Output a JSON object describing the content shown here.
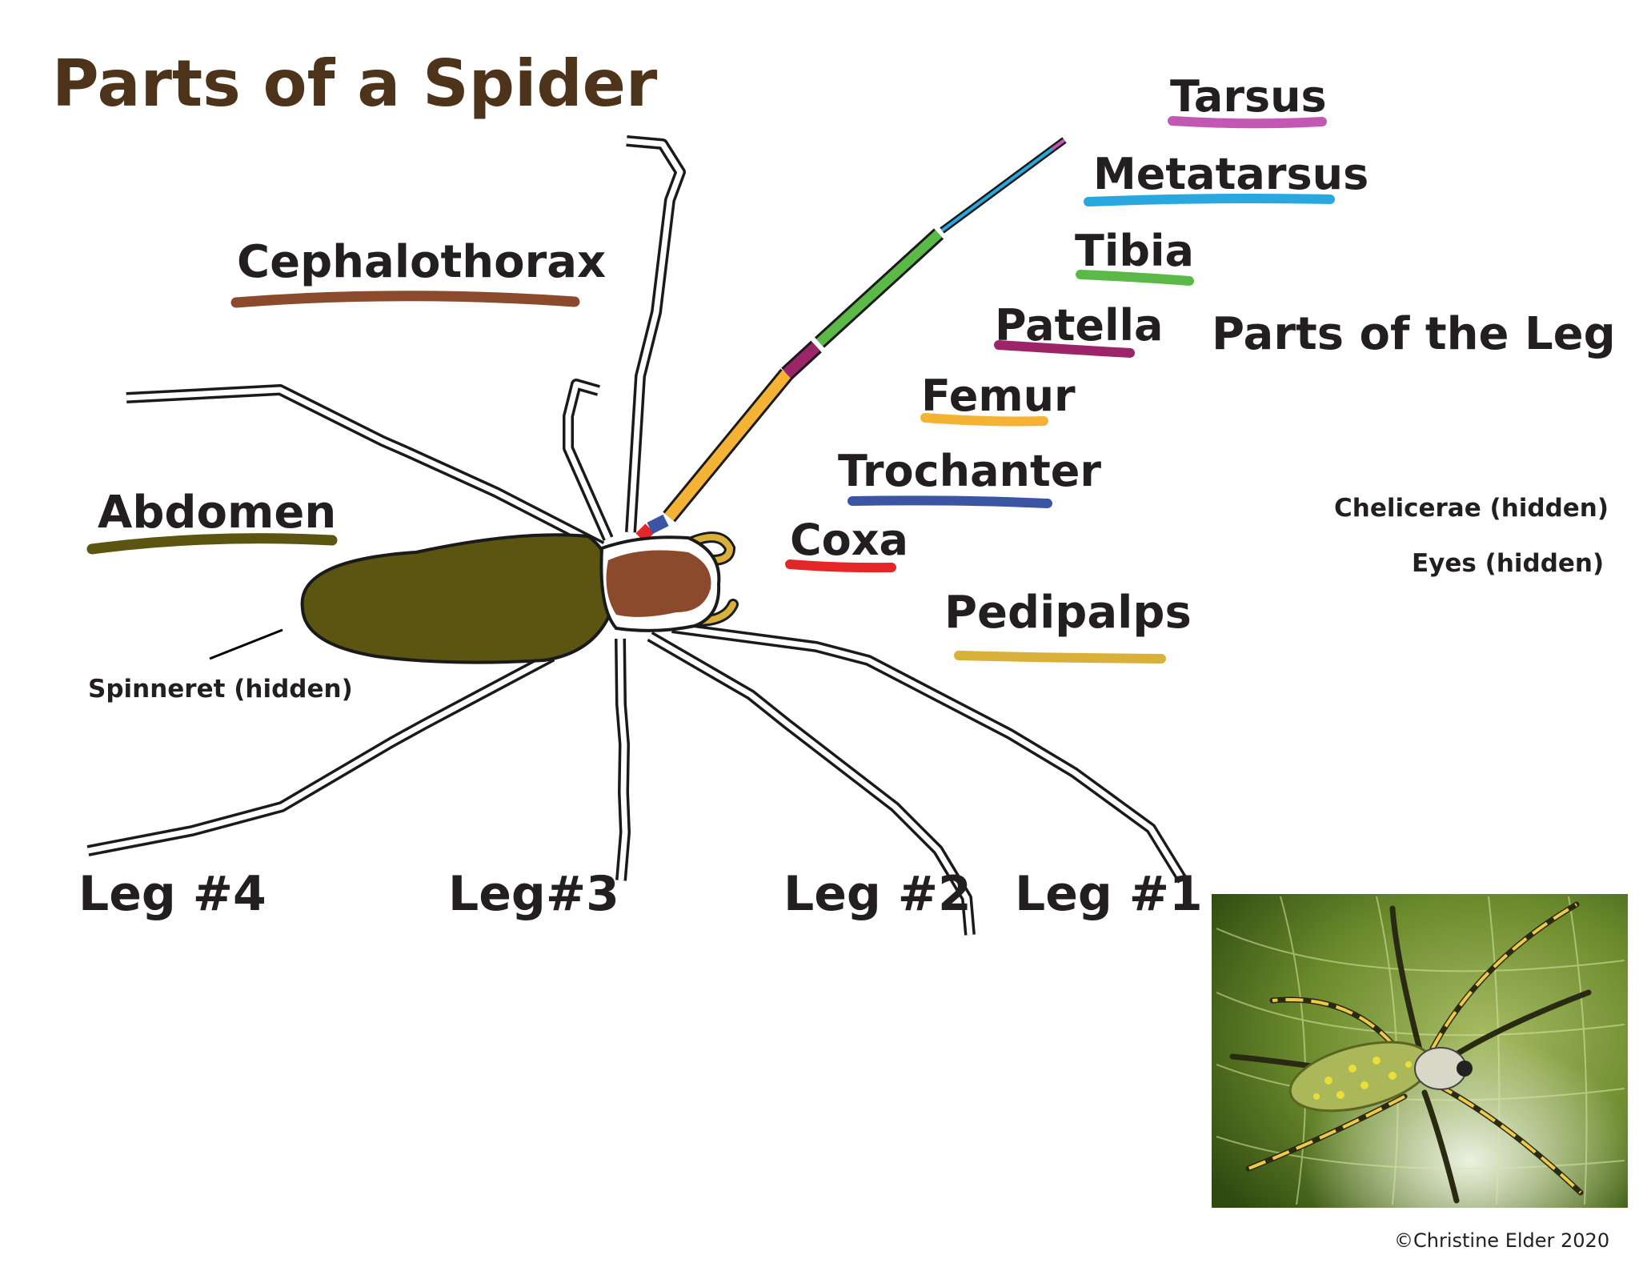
{
  "title": "Parts of a Spider",
  "body_labels": {
    "cephalothorax": "Cephalothorax",
    "abdomen": "Abdomen",
    "spinneret": "Spinneret (hidden)",
    "pedipalps": "Pedipalps"
  },
  "leg_parts_title": "Parts of the Leg",
  "leg_parts": [
    {
      "name": "Tarsus",
      "color": "#c258b1"
    },
    {
      "name": "Metatarsus",
      "color": "#29a8e0"
    },
    {
      "name": "Tibia",
      "color": "#5ab947"
    },
    {
      "name": "Patella",
      "color": "#9c2468"
    },
    {
      "name": "Femur",
      "color": "#f5b335"
    },
    {
      "name": "Trochanter",
      "color": "#3b55a4"
    },
    {
      "name": "Coxa",
      "color": "#e52629"
    }
  ],
  "hidden_parts": [
    "Chelicerae (hidden)",
    "Eyes (hidden)"
  ],
  "legs": [
    "Leg #4",
    "Leg#3",
    "Leg #2",
    "Leg #1"
  ],
  "colors": {
    "title": "#4e331b",
    "cephalothorax": "#8b4a2b",
    "abdomen": "#5c5512",
    "pedipalps": "#d9b03a"
  },
  "copyright": "©Christine Elder 2020"
}
